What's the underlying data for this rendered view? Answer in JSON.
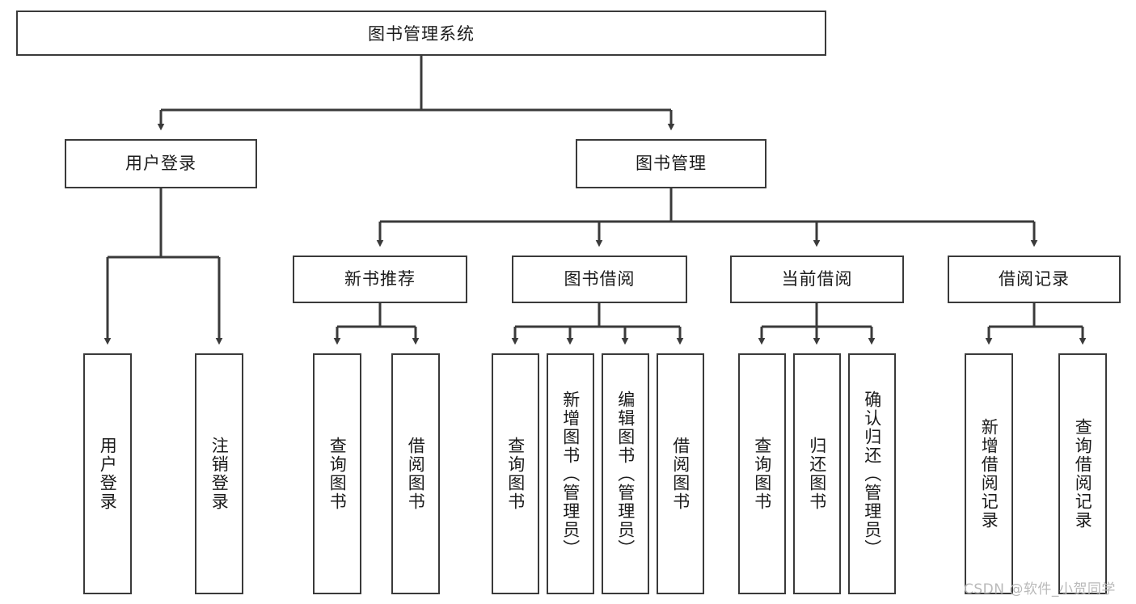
{
  "diagram": {
    "title": "图书管理系统",
    "type": "hierarchy-tree",
    "orientation": "top-down",
    "colors": {
      "box_border": "#3a3a3a",
      "box_fill": "#ffffff",
      "edge": "#3a3a3a",
      "text": "#1b1b1b",
      "watermark": "#b9b9b9",
      "background": "#ffffff"
    },
    "levels": [
      {
        "level": 1,
        "nodes": [
          {
            "id": "root",
            "label": "图书管理系统",
            "orientation": "horizontal"
          }
        ]
      },
      {
        "level": 2,
        "nodes": [
          {
            "id": "login",
            "label": "用户登录",
            "orientation": "horizontal",
            "parent": "root"
          },
          {
            "id": "bookmgmt",
            "label": "图书管理",
            "orientation": "horizontal",
            "parent": "root"
          }
        ]
      },
      {
        "level": 3,
        "nodes": [
          {
            "id": "newbook",
            "label": "新书推荐",
            "orientation": "horizontal",
            "parent": "bookmgmt"
          },
          {
            "id": "borrow",
            "label": "图书借阅",
            "orientation": "horizontal",
            "parent": "bookmgmt"
          },
          {
            "id": "current",
            "label": "当前借阅",
            "orientation": "horizontal",
            "parent": "bookmgmt"
          },
          {
            "id": "records",
            "label": "借阅记录",
            "orientation": "horizontal",
            "parent": "bookmgmt"
          }
        ]
      },
      {
        "level": 4,
        "nodes": [
          {
            "id": "leaf1",
            "label": "用户登录",
            "orientation": "vertical",
            "parent": "login"
          },
          {
            "id": "leaf2",
            "label": "注销登录",
            "orientation": "vertical",
            "parent": "login"
          },
          {
            "id": "leaf3",
            "label": "查询图书",
            "orientation": "vertical",
            "parent": "newbook"
          },
          {
            "id": "leaf4",
            "label": "借阅图书",
            "orientation": "vertical",
            "parent": "newbook"
          },
          {
            "id": "leaf5",
            "label": "查询图书",
            "orientation": "vertical",
            "parent": "borrow"
          },
          {
            "id": "leaf6",
            "label": "新增图书（管理员）",
            "orientation": "vertical",
            "parent": "borrow"
          },
          {
            "id": "leaf7",
            "label": "编辑图书（管理员）",
            "orientation": "vertical",
            "parent": "borrow"
          },
          {
            "id": "leaf8",
            "label": "借阅图书",
            "orientation": "vertical",
            "parent": "borrow"
          },
          {
            "id": "leaf9",
            "label": "查询图书",
            "orientation": "vertical",
            "parent": "current"
          },
          {
            "id": "leaf10",
            "label": "归还图书",
            "orientation": "vertical",
            "parent": "current"
          },
          {
            "id": "leaf11",
            "label": "确认归还（管理员）",
            "orientation": "vertical",
            "parent": "current"
          },
          {
            "id": "leaf12",
            "label": "新增借阅记录",
            "orientation": "vertical",
            "parent": "records"
          },
          {
            "id": "leaf13",
            "label": "查询借阅记录",
            "orientation": "vertical",
            "parent": "records"
          }
        ]
      }
    ]
  },
  "watermark": {
    "text": "CSDN @软件_小贺同学"
  }
}
